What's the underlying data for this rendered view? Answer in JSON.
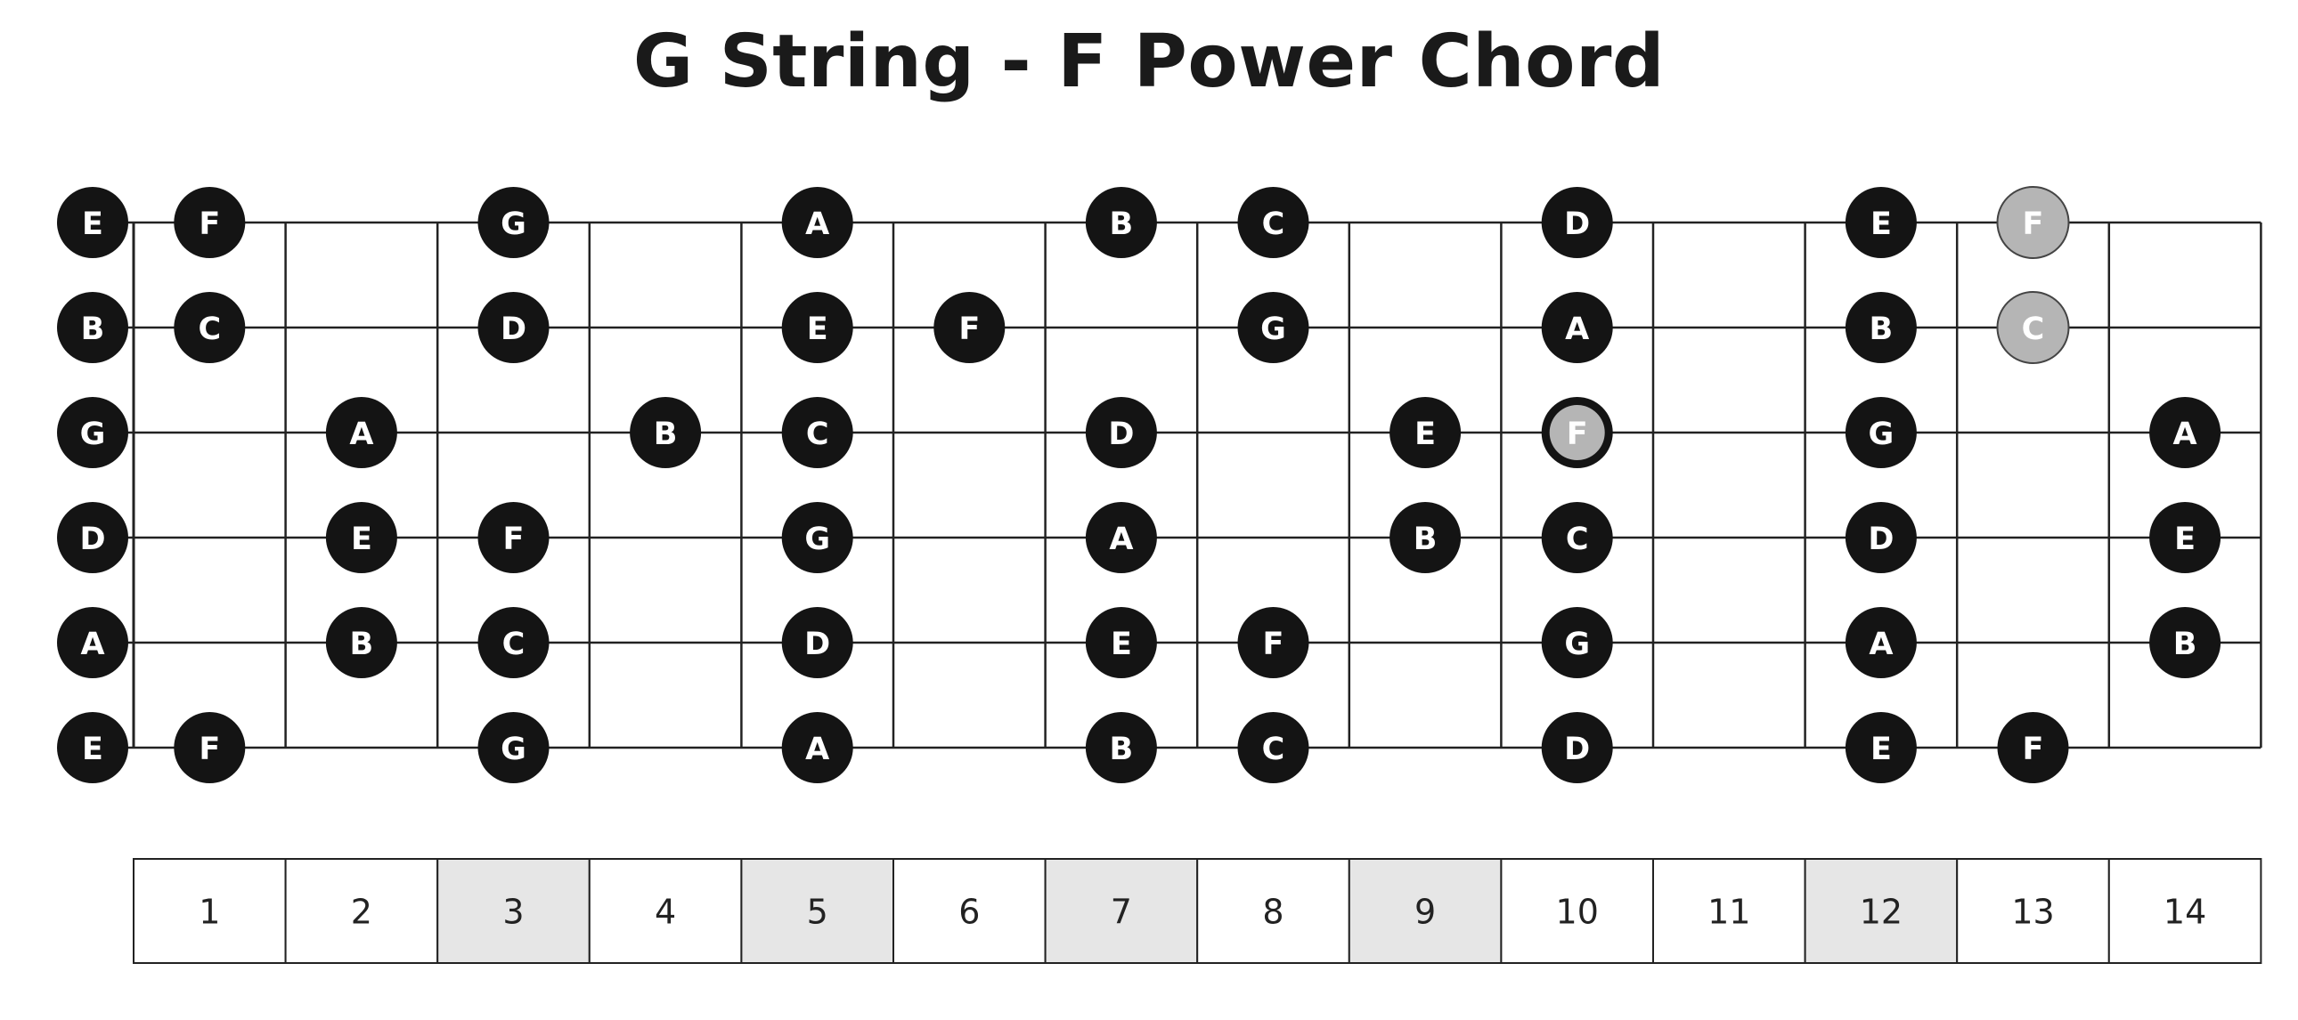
{
  "title": "G String - F Power Chord",
  "strings": [
    {
      "open": "E",
      "notes": [
        {
          "fret": 1,
          "note": "F"
        },
        {
          "fret": 3,
          "note": "G"
        },
        {
          "fret": 5,
          "note": "A"
        },
        {
          "fret": 7,
          "note": "B"
        },
        {
          "fret": 8,
          "note": "C"
        },
        {
          "fret": 10,
          "note": "D"
        },
        {
          "fret": 12,
          "note": "E"
        },
        {
          "fret": 13,
          "note": "F",
          "highlight": true
        }
      ]
    },
    {
      "open": "B",
      "notes": [
        {
          "fret": 1,
          "note": "C"
        },
        {
          "fret": 3,
          "note": "D"
        },
        {
          "fret": 5,
          "note": "E"
        },
        {
          "fret": 6,
          "note": "F"
        },
        {
          "fret": 8,
          "note": "G"
        },
        {
          "fret": 10,
          "note": "A"
        },
        {
          "fret": 12,
          "note": "B"
        },
        {
          "fret": 13,
          "note": "C",
          "highlight": true
        }
      ]
    },
    {
      "open": "G",
      "notes": [
        {
          "fret": 2,
          "note": "A"
        },
        {
          "fret": 4,
          "note": "B"
        },
        {
          "fret": 5,
          "note": "C"
        },
        {
          "fret": 7,
          "note": "D"
        },
        {
          "fret": 9,
          "note": "E"
        },
        {
          "fret": 10,
          "note": "F",
          "root": true
        },
        {
          "fret": 12,
          "note": "G"
        },
        {
          "fret": 14,
          "note": "A"
        }
      ]
    },
    {
      "open": "D",
      "notes": [
        {
          "fret": 2,
          "note": "E"
        },
        {
          "fret": 3,
          "note": "F"
        },
        {
          "fret": 5,
          "note": "G"
        },
        {
          "fret": 7,
          "note": "A"
        },
        {
          "fret": 9,
          "note": "B"
        },
        {
          "fret": 10,
          "note": "C"
        },
        {
          "fret": 12,
          "note": "D"
        },
        {
          "fret": 14,
          "note": "E"
        }
      ]
    },
    {
      "open": "A",
      "notes": [
        {
          "fret": 2,
          "note": "B"
        },
        {
          "fret": 3,
          "note": "C"
        },
        {
          "fret": 5,
          "note": "D"
        },
        {
          "fret": 7,
          "note": "E"
        },
        {
          "fret": 8,
          "note": "F"
        },
        {
          "fret": 10,
          "note": "G"
        },
        {
          "fret": 12,
          "note": "A"
        },
        {
          "fret": 14,
          "note": "B"
        }
      ]
    },
    {
      "open": "E",
      "notes": [
        {
          "fret": 1,
          "note": "F"
        },
        {
          "fret": 3,
          "note": "G"
        },
        {
          "fret": 5,
          "note": "A"
        },
        {
          "fret": 7,
          "note": "B"
        },
        {
          "fret": 8,
          "note": "C"
        },
        {
          "fret": 10,
          "note": "D"
        },
        {
          "fret": 12,
          "note": "E"
        },
        {
          "fret": 13,
          "note": "F"
        }
      ]
    }
  ],
  "fret_numbers": [
    "1",
    "2",
    "3",
    "4",
    "5",
    "6",
    "7",
    "8",
    "9",
    "10",
    "11",
    "12",
    "13",
    "14"
  ],
  "marker_frets": [
    3,
    5,
    7,
    9,
    12
  ],
  "colors": {
    "note_fill": "#141414",
    "note_text": "#ffffff",
    "highlight_fill": "#b5b5b5",
    "highlight_stroke": "#444444",
    "line": "#222222",
    "marker_fill": "#e6e6e6"
  }
}
